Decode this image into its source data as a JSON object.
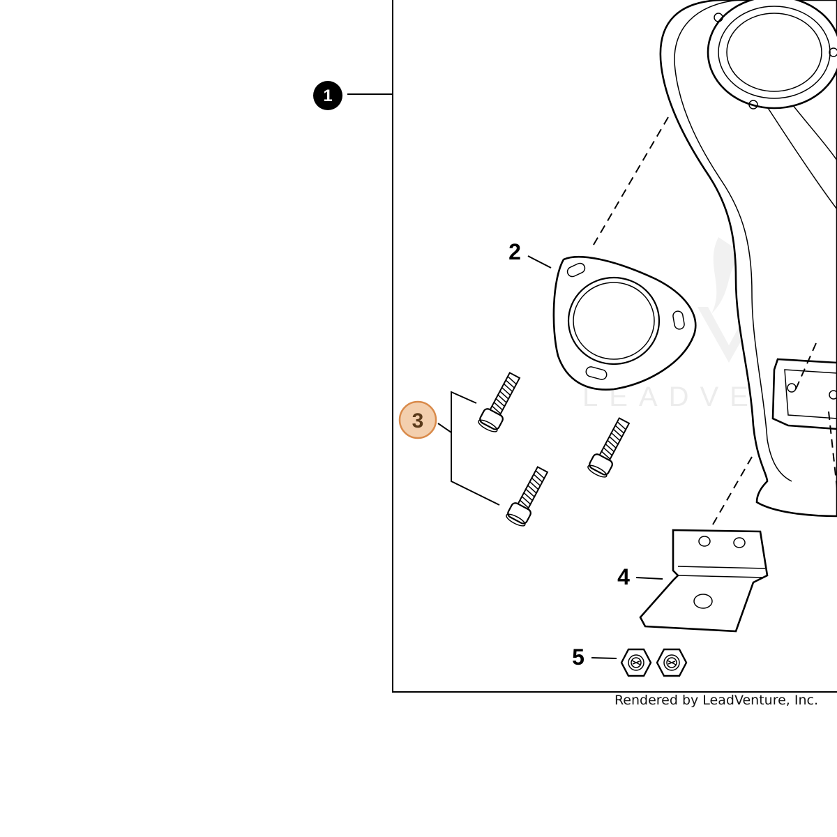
{
  "callouts": [
    {
      "id": "1",
      "label": "1"
    },
    {
      "id": "2",
      "label": "2"
    },
    {
      "id": "3",
      "label": "3"
    },
    {
      "id": "4",
      "label": "4"
    },
    {
      "id": "5",
      "label": "5"
    }
  ],
  "watermark": "LEADVENTURE",
  "credit": "Rendered by LeadVenture, Inc.",
  "colors": {
    "highlight_fill": "#f3cfae",
    "highlight_stroke": "#d98a4a",
    "line": "#000000"
  }
}
